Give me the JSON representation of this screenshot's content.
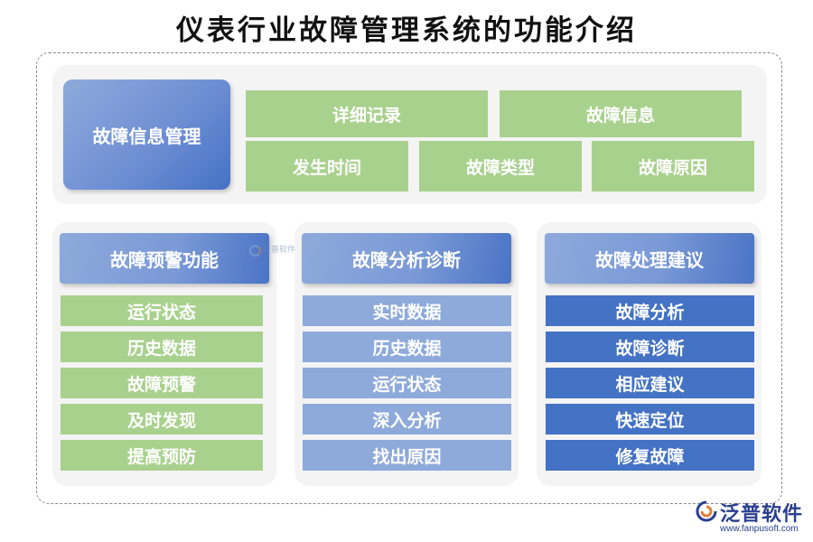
{
  "title": "仪表行业故障管理系统的功能介绍",
  "top_section": {
    "main": "故障信息管理",
    "row1": [
      "详细记录",
      "故障信息"
    ],
    "row2": [
      "发生时间",
      "故障类型",
      "故障原因"
    ]
  },
  "columns": [
    {
      "header": "故障预警功能",
      "items": [
        "运行状态",
        "历史数据",
        "故障预警",
        "及时发现",
        "提高预防"
      ]
    },
    {
      "header": "故障分析诊断",
      "items": [
        "实时数据",
        "历史数据",
        "运行状态",
        "深入分析",
        "找出原因"
      ]
    },
    {
      "header": "故障处理建议",
      "items": [
        "故障分析",
        "故障诊断",
        "相应建议",
        "快速定位",
        "修复故障"
      ]
    }
  ],
  "watermark": {
    "small_text": "泛普软件"
  },
  "brand": {
    "name": "泛普软件",
    "url": "www.fanpusoft.com"
  },
  "colors": {
    "green": "#a9d18e",
    "light_blue": "#8eaadb",
    "dark_blue": "#4472c4",
    "panel_bg": "#f4f4f4"
  }
}
